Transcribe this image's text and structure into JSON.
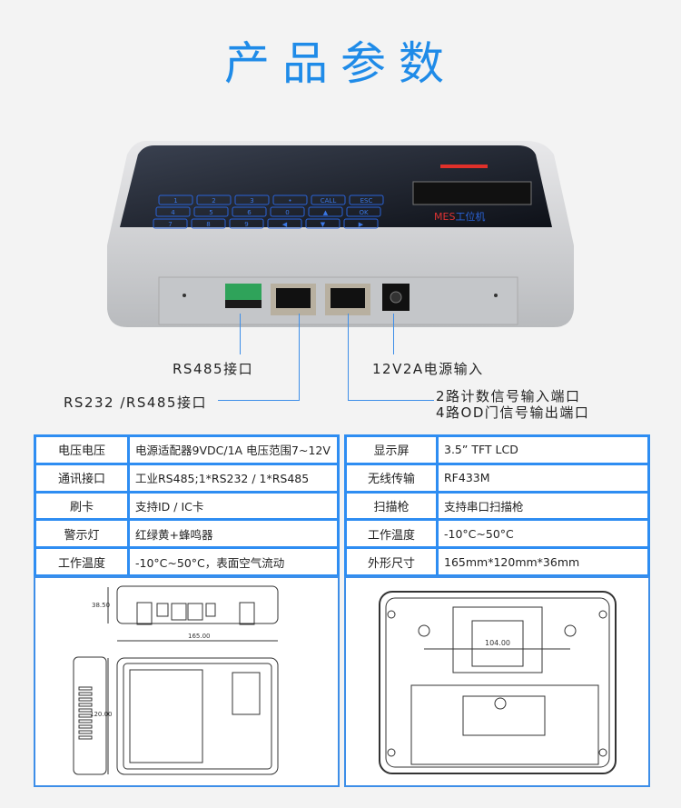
{
  "title": "产品参数",
  "device": {
    "keys": [
      "1",
      "2",
      "3",
      "•",
      "CALL",
      "ESC",
      "4",
      "5",
      "6",
      "0",
      "▲",
      "OK",
      "7",
      "8",
      "9",
      "◀",
      "▼",
      "▶"
    ],
    "brand": "MES工位机",
    "brand_prefix": "MES",
    "brand_suffix": "工位机"
  },
  "callouts": {
    "rs485": "RS485接口",
    "rs232": "RS232 /RS485接口",
    "power": "12V2A电源输入",
    "io1": "2路计数信号输入端口",
    "io2": "4路OD门信号输出端口"
  },
  "specs_left": [
    {
      "k": "电压电压",
      "v": "电源适配器9VDC/1A 电压范围7~12V"
    },
    {
      "k": "通讯接口",
      "v": "工业RS485;1*RS232 / 1*RS485"
    },
    {
      "k": "刷卡",
      "v": "支持ID / IC卡"
    },
    {
      "k": "警示灯",
      "v": "红绿黄+蜂鸣器"
    },
    {
      "k": "工作温度",
      "v": "-10°C~50°C，表面空气流动"
    }
  ],
  "specs_right": [
    {
      "k": "显示屏",
      "v": "3.5”  TFT LCD"
    },
    {
      "k": "无线传输",
      "v": "RF433M"
    },
    {
      "k": "扫描枪",
      "v": "支持串口扫描枪"
    },
    {
      "k": "工作温度",
      "v": "-10°C~50°C"
    },
    {
      "k": "外形尺寸",
      "v": "165mm*120mm*36mm"
    }
  ],
  "dims": {
    "height": "38.50",
    "width": "165.00",
    "depth": "120.00",
    "hole_spacing": "104.00"
  },
  "colors": {
    "accent": "#1f8be8",
    "table_border": "#2e8df2"
  }
}
